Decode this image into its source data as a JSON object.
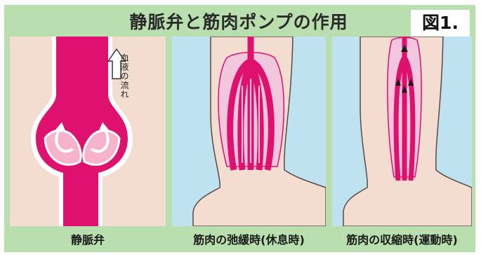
{
  "title": "静脈弁と筋肉ポンプの作用",
  "figure_label": "図1.",
  "panels": [
    {
      "caption": "静脈弁",
      "annotation": "血液の流れ"
    },
    {
      "caption": "筋肉の弛緩時(休息時)"
    },
    {
      "caption": "筋肉の収縮時(運動時)"
    }
  ],
  "colors": {
    "background": "#b9dfae",
    "vein": "#e0106f",
    "skin": "#f3dcd0",
    "muscle_pale": "#f2c6dc",
    "water": "#bfe2f1"
  }
}
